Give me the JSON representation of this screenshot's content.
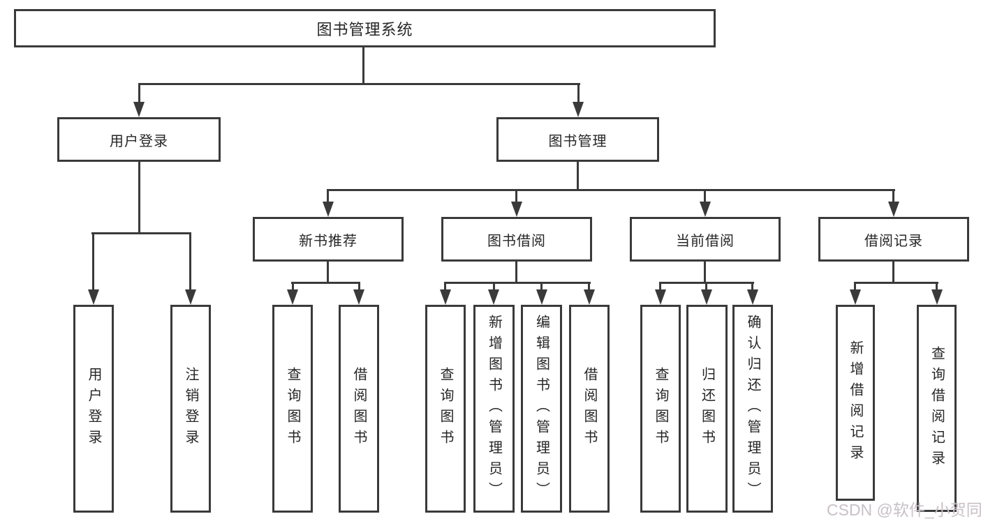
{
  "tree": {
    "label": "图书管理系统",
    "children": [
      {
        "label": "用户登录",
        "children": [
          {
            "label": "用户登录"
          },
          {
            "label": "注销登录"
          }
        ]
      },
      {
        "label": "图书管理",
        "children": [
          {
            "label": "新书推荐",
            "children": [
              {
                "label": "查询图书"
              },
              {
                "label": "借阅图书"
              }
            ]
          },
          {
            "label": "图书借阅",
            "children": [
              {
                "label": "查询图书"
              },
              {
                "label": "新增图书（管理员）"
              },
              {
                "label": "编辑图书（管理员）"
              },
              {
                "label": "借阅图书"
              }
            ]
          },
          {
            "label": "当前借阅",
            "children": [
              {
                "label": "查询图书"
              },
              {
                "label": "归还图书"
              },
              {
                "label": "确认归还（管理员）"
              }
            ]
          },
          {
            "label": "借阅记录",
            "children": [
              {
                "label": "新增借阅记录"
              },
              {
                "label": "查询借阅记录"
              }
            ]
          }
        ]
      }
    ]
  },
  "watermark": {
    "text": "CSDN @软件_小贺同学"
  },
  "colors": {
    "line": "#3a3a3a",
    "text": "#262626",
    "background": "#ffffff",
    "watermark": "#c9c0c7"
  }
}
